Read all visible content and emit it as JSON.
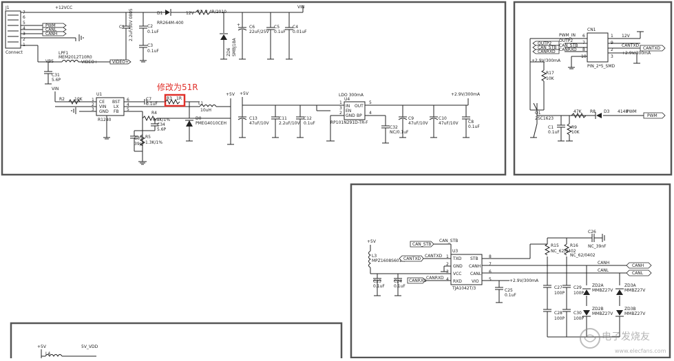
{
  "annotation": {
    "text": "修改为51R",
    "color": "#e0302a"
  },
  "watermark": {
    "brand": "电子发烧友",
    "domain": "www.elecfans.com"
  },
  "power_section": {
    "j1": {
      "ref": "J1",
      "name": "Connect",
      "pins": [
        "7",
        "6",
        "5",
        "4",
        "3",
        "2",
        "1"
      ]
    },
    "vcc_label": "+12VCC",
    "vin_label": "VIN",
    "d1": {
      "ref": "D1",
      "part": "RR264M-400"
    },
    "r1": {
      "ref": "12V",
      "ref2": "R1",
      "value": "2.4R/2010"
    },
    "c1": {
      "ref": "C1",
      "value": "2.2uF/50V 0805"
    },
    "c2": {
      "ref": "C2",
      "value": "0.1uF"
    },
    "c3": {
      "ref": "C3",
      "value": "0.1uF"
    },
    "d6": {
      "ref": "ZD6",
      "part": "SMBJ18A"
    },
    "c6": {
      "ref": "C6",
      "value": "22uF/25V"
    },
    "c5": {
      "ref": "C5",
      "value": "0.1uF"
    },
    "c4": {
      "ref": "C4",
      "value": "0.01uF"
    },
    "flags": [
      "PWM",
      "CANL",
      "CANH"
    ],
    "lpf1": {
      "ref": "LPF1",
      "part": "MEM2012T10R0"
    },
    "vbs": "VBS",
    "video_flag": "VIDEO+",
    "video_flag2": "VIDEO+",
    "c31": {
      "ref": "C31",
      "value": "5.6P"
    },
    "vin2": "VIN",
    "r2": {
      "ref": "R2",
      "value": "10K"
    },
    "u1": {
      "ref": "U1",
      "part": "R1240",
      "pins_left": [
        "CE",
        "VIN",
        "GND"
      ],
      "pins_right": [
        "BST",
        "LX",
        "FB"
      ],
      "nums_left": [
        "1",
        "2",
        "3"
      ],
      "nums_right": [
        "6",
        "4",
        "5"
      ]
    },
    "c7": {
      "ref": "C7",
      "value": "0.1uF"
    },
    "r3": {
      "ref": "R3",
      "value": "1R"
    },
    "l1": {
      "ref": "L1",
      "value": "10uH"
    },
    "r4": {
      "ref": "R4",
      "value": "6.8K/1%"
    },
    "c34": {
      "ref": "C34",
      "value": "5.6P"
    },
    "d0": {
      "ref": "D0",
      "part": "PMEG4010CEH"
    },
    "c35": {
      "ref": "C35",
      "value": "39pF"
    },
    "r5": {
      "ref": "R5",
      "value": "1.3K/1%"
    },
    "plus5v": "+5V",
    "plus5v_b": "+5V",
    "ldo": "LDO 300mA",
    "rail29": "+2.9V/300mA",
    "u4": {
      "ref": "U4",
      "part": "RP101N291D-TR-F",
      "pins_left": [
        "IN",
        "EN",
        "GND"
      ],
      "pins_right": [
        "OUT",
        "BP"
      ],
      "nums_left": [
        "1",
        "3",
        "2"
      ],
      "nums_right": [
        "5",
        "4"
      ]
    },
    "c13": {
      "ref": "C13",
      "value": "47uF/10V"
    },
    "c11": {
      "ref": "C11",
      "value": "2.2uF/10V"
    },
    "c12": {
      "ref": "C12",
      "value": "0.1uF"
    },
    "c32": {
      "ref": "C32",
      "value": "NC/0.1uF"
    },
    "c9": {
      "ref": "C9",
      "value": "47uF/10V"
    },
    "c10": {
      "ref": "C10",
      "value": "47uF/10V"
    },
    "c8": {
      "ref": "C8",
      "value": "0.1uF"
    }
  },
  "pwm_section": {
    "cn1": {
      "ref": "CN1",
      "part": "PIN_2*5_SMD",
      "pins_left": [
        "6",
        "7",
        "8",
        "10"
      ],
      "pins_right": [
        "1",
        "9",
        "2",
        "3"
      ]
    },
    "pwm_in": "PWM_IN",
    "out_labels": [
      "OUTP2",
      "CAN_STB",
      "CANRXD"
    ],
    "flags_left": [
      "OUTP2",
      "CAN_STB",
      "CANRXD"
    ],
    "v12": "12V",
    "cantxd": "CANTXD",
    "cantxd_flag": "CANTXD",
    "rail29": "+2.9V/300mA",
    "rail29_b": "+2.9V/300mA",
    "r17": {
      "ref": "R17",
      "value": "10K"
    },
    "q1": {
      "ref": "Q1",
      "part": "2SC1623"
    },
    "r8": {
      "ref": "R8",
      "value": "47K"
    },
    "d3": {
      "ref": "D3",
      "part": "4148"
    },
    "pwm_label": "PWM",
    "pwm_flag": "PWM",
    "c1": {
      "ref": "C1",
      "value": "0.1uF"
    },
    "r9": {
      "ref": "R9",
      "value": "10K"
    }
  },
  "can_section": {
    "plus5v": "+5V",
    "l3": {
      "ref": "L3",
      "part": "MPZ1608S601A"
    },
    "can_stb_flag": "CAN_STB",
    "can_stb": "CAN_STB",
    "cantxd_flag": "CANTXD",
    "cantxd": "CANTXD",
    "canrxd_flag": "CANRXD",
    "canrxd": "CANRXD",
    "u3": {
      "ref": "U3",
      "part": "TJA1042T/3",
      "pins_left": [
        "TXD",
        "GND",
        "VCC",
        "RXD"
      ],
      "pins_right": [
        "STB",
        "CANH",
        "CANL",
        "VIO"
      ],
      "nums_left": [
        "1",
        "2",
        "3",
        "4"
      ],
      "nums_right": [
        "8",
        "7",
        "6",
        "5"
      ]
    },
    "c23": {
      "ref": "C23",
      "value": "0.1uF"
    },
    "c24": {
      "ref": "C24",
      "value": "0.1uF"
    },
    "rail29": "+2.9V/300mA",
    "c25": {
      "ref": "C25",
      "value": "0.1uF"
    },
    "r15": {
      "ref": "R15",
      "value": "NC_62/0402"
    },
    "r16": {
      "ref": "R16",
      "value": "NC_62/0402"
    },
    "c26": {
      "ref": "C26",
      "value": "NC_39nF"
    },
    "canh": "CANH",
    "canl": "CANL",
    "canh_flag": "CANH",
    "canl_flag": "CANL",
    "c27": {
      "ref": "C27",
      "value": "100P"
    },
    "c29": {
      "ref": "C29",
      "value": "100P"
    },
    "c28": {
      "ref": "C28",
      "value": "100P"
    },
    "c30": {
      "ref": "C30",
      "value": "100P"
    },
    "zd2a": {
      "ref": "ZD2A",
      "part": "MMBZ27V"
    },
    "zd3a": {
      "ref": "ZD3A",
      "part": "MMBZ27V"
    },
    "zd2b": {
      "ref": "ZD2B",
      "part": "MMBZ27V"
    },
    "zd3b": {
      "ref": "ZD3B",
      "part": "MMBZ27V"
    }
  },
  "bottom_section": {
    "plus5v": "+5V",
    "v5_vdd": "5V_VDD",
    "l4": {
      "ref": "L4"
    }
  }
}
